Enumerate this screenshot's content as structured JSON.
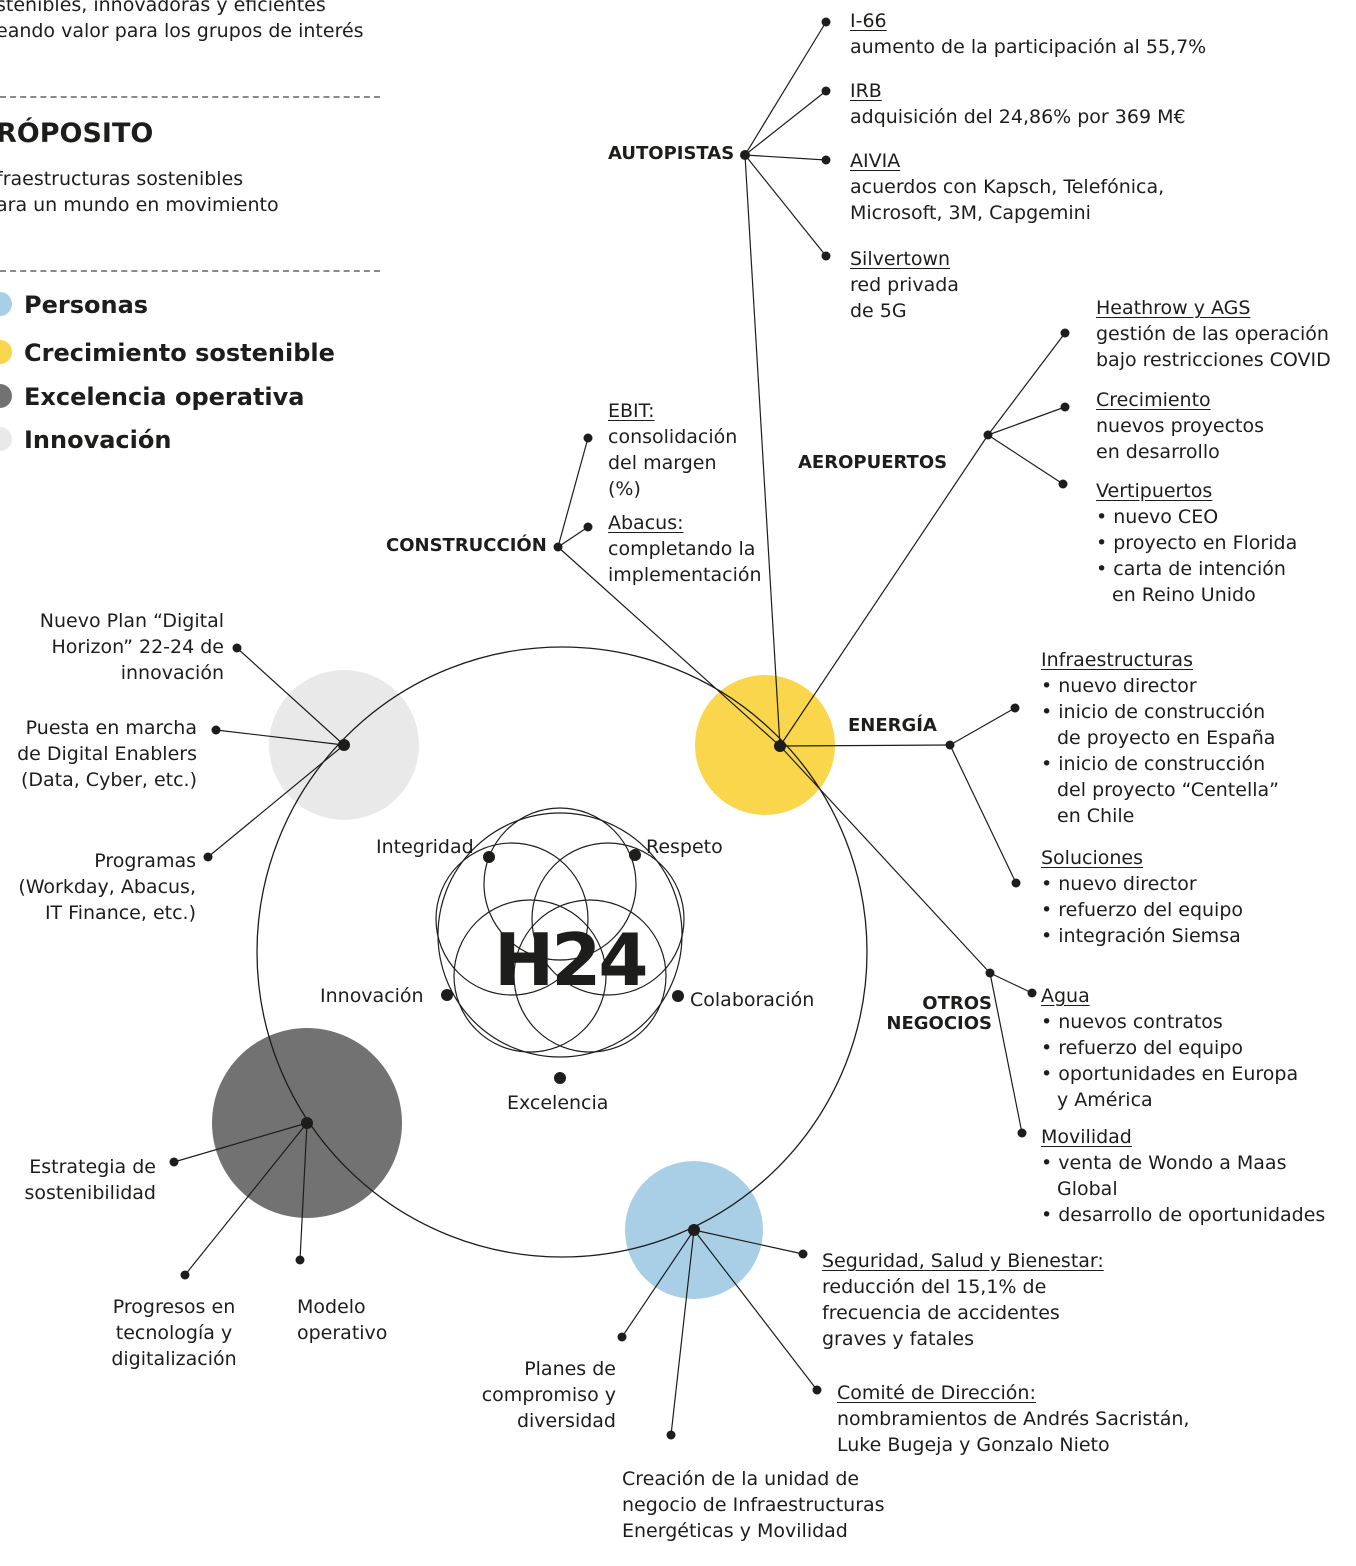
{
  "left_panel": {
    "lead_text": [
      "stenibles, innovadoras y eficientes",
      "eando valor para los grupos de interés"
    ],
    "purpose_title": "RÓPOSITO",
    "purpose_text": [
      "fraestructuras sostenibles",
      "ara un mundo en movimiento"
    ],
    "pillars": [
      {
        "label": "Personas",
        "color": "#a9cfe6"
      },
      {
        "label": "Crecimiento sostenible",
        "color": "#f9d64b"
      },
      {
        "label": "Excelencia operativa",
        "color": "#727272"
      },
      {
        "label": "Innovación",
        "color": "#e9e9e9"
      }
    ]
  },
  "center": {
    "logo_text": "H24",
    "values": [
      "Integridad",
      "Respeto",
      "Innovación",
      "Colaboración",
      "Excelencia"
    ]
  },
  "colors": {
    "line": "#1d1d1b",
    "personas": "#a9cfe6",
    "crecimiento": "#f9d64b",
    "excelencia": "#727272",
    "innovacion": "#e9e9e9"
  },
  "business": {
    "autopistas": {
      "label": "AUTOPISTAS",
      "items": [
        {
          "title": "I-66",
          "text": [
            "aumento de la participación al 55,7%"
          ]
        },
        {
          "title": "IRB",
          "text": [
            "adquisición del 24,86% por 369 M€"
          ]
        },
        {
          "title": "AIVIA",
          "text": [
            "acuerdos con Kapsch, Telefónica,",
            "Microsoft, 3M, Capgemini"
          ]
        },
        {
          "title": "Silvertown",
          "text": [
            "red privada",
            "de 5G"
          ]
        }
      ]
    },
    "construccion": {
      "label": "CONSTRUCCIÓN",
      "items": [
        {
          "title": "EBIT:",
          "text": [
            "consolidación",
            "del margen",
            "(%)"
          ]
        },
        {
          "title": "Abacus:",
          "text": [
            "completando la",
            "implementación"
          ]
        }
      ]
    },
    "aeropuertos": {
      "label": "AEROPUERTOS",
      "items": [
        {
          "title": "Heathrow y AGS",
          "text": [
            "gestión de las operación",
            "bajo restricciones COVID"
          ]
        },
        {
          "title": "Crecimiento",
          "text": [
            "nuevos proyectos",
            "en desarrollo"
          ]
        },
        {
          "title": "Vertipuertos",
          "text": [
            "• nuevo CEO",
            "• proyecto en Florida",
            "• carta de intención",
            "en Reino Unido"
          ]
        }
      ]
    },
    "energia": {
      "label": "ENERGÍA",
      "items": [
        {
          "title": "Infraestructuras",
          "text": [
            "• nuevo director",
            "• inicio de construcción",
            "de proyecto en España",
            "• inicio de construcción",
            "del proyecto “Centella”",
            "en Chile"
          ]
        },
        {
          "title": "Soluciones",
          "text": [
            "• nuevo director",
            "• refuerzo del equipo",
            "• integración Siemsa"
          ]
        }
      ]
    },
    "otros": {
      "label": [
        "OTROS",
        "NEGOCIOS"
      ],
      "items": [
        {
          "title": "Agua",
          "text": [
            "• nuevos contratos",
            "• refuerzo del equipo",
            "• oportunidades en Europa",
            "y América"
          ]
        },
        {
          "title": "Movilidad",
          "text": [
            "• venta de Wondo a Maas",
            "Global",
            "• desarrollo de oportunidades"
          ]
        }
      ]
    }
  },
  "innovacion_items": [
    [
      "Nuevo Plan “Digital",
      "Horizon” 22-24 de",
      "innovación"
    ],
    [
      "Puesta en marcha",
      "de Digital Enablers",
      "(Data, Cyber, etc.)"
    ],
    [
      "Programas",
      "(Workday, Abacus,",
      "IT Finance, etc.)"
    ]
  ],
  "excelencia_items": [
    [
      "Estrategia de",
      "sostenibilidad"
    ],
    [
      "Progresos en",
      "tecnología y",
      "digitalización"
    ],
    [
      "Modelo",
      "operativo"
    ]
  ],
  "personas_items": [
    {
      "title": "Seguridad, Salud y Bienestar:",
      "text": [
        "reducción del 15,1% de",
        "frecuencia de accidentes",
        "graves y fatales"
      ]
    },
    {
      "title": "Comité de Dirección:",
      "text": [
        "nombramientos de Andrés Sacristán,",
        "Luke Bugeja y Gonzalo Nieto"
      ]
    },
    {
      "title": "",
      "text": [
        "Creación de la unidad de",
        "negocio de Infraestructuras",
        "Energéticas y Movilidad"
      ]
    },
    {
      "title": "",
      "text": [
        "Planes de",
        "compromiso y",
        "diversidad"
      ]
    }
  ]
}
